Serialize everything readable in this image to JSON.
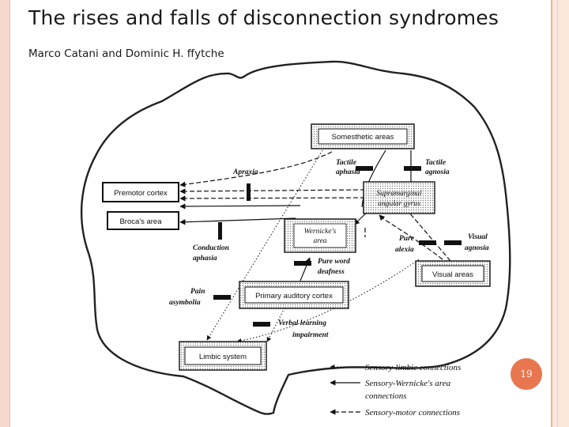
{
  "slide": {
    "title": "The rises and falls of disconnection syndromes",
    "subtitle": "Marco Catani and Dominic H. ffytche",
    "page_number": "19"
  },
  "diagram": {
    "areas": {
      "somesthetic": "Somesthetic areas",
      "premotor": "Premotor cortex",
      "broca": "Broca's area",
      "supramarginal_1": "Supramarginal",
      "supramarginal_2": "angular gyrus",
      "wernicke_1": "Wernicke's",
      "wernicke_2": "area",
      "visual": "Visual areas",
      "primary_auditory": "Primary auditory cortex",
      "limbic": "Limbic system"
    },
    "syndromes": {
      "apraxia": "Apraxia",
      "tactile_aphasia_1": "Tactile",
      "tactile_aphasia_2": "aphasia",
      "tactile_agnosia_1": "Tactile",
      "tactile_agnosia_2": "agnosia",
      "conduction_1": "Conduction",
      "conduction_2": "aphasia",
      "pure_alexia_1": "Pure",
      "pure_alexia_2": "alexia",
      "visual_agnosia_1": "Visual",
      "visual_agnosia_2": "agnosia",
      "pure_word_deafness_1": "Pure word",
      "pure_word_deafness_2": "deafness",
      "pain_asymbolia_1": "Pain",
      "pain_asymbolia_2": "asymbolia",
      "verbal_learning_1": "Verbal learning",
      "verbal_learning_2": "impairment"
    },
    "legend": {
      "limbic": "Sensory-limbic connections",
      "wernicke_1": "Sensory-Wernicke's area",
      "wernicke_2": "connections",
      "motor": "Sensory-motor connections"
    }
  },
  "colors": {
    "page_badge": "#e8764e",
    "frame_left": "#f6d9cb",
    "frame_right": "#fbe7dc"
  }
}
